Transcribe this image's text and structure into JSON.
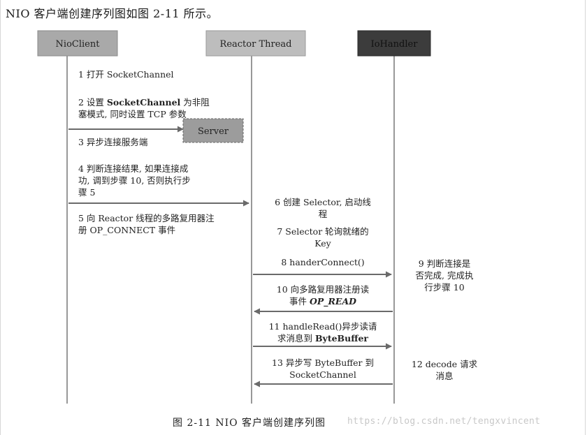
{
  "intro_text": "NIO 客户端创建序列图如图 2-11 所示。",
  "participants": {
    "nioclient": "NioClient",
    "reactor": "Reactor Thread",
    "iohandler": "IoHandler",
    "server": "Server"
  },
  "steps": {
    "s1": "1  打开  SocketChannel",
    "s2_a": "2 设置 ",
    "s2_b": "SocketChannel",
    "s2_c": " 为非阻",
    "s2_d": "塞模式, 同时设置 TCP 参数",
    "s3": "3  异步连接服务端",
    "s4_a": "4  判断连接结果, 如果连接成",
    "s4_b": "功, 调到步骤 10, 否则执行步",
    "s4_c": "骤 5",
    "s5_a": "5  向 Reactor 线程的多路复用器注",
    "s5_b": "册 OP_CONNECT 事件",
    "s6_a": "6  创建 Selector, 启动线",
    "s6_b": "程",
    "s7_a": "7 Selector 轮询就绪的",
    "s7_b": "Key",
    "s8": "8  handerConnect()",
    "s9_a": "9  判断连接是",
    "s9_b": "否完成, 完成执",
    "s9_c": "行步骤 10",
    "s10_a": "10  向多路复用器注册读",
    "s10_b": "事件 ",
    "s10_c": "OP_READ",
    "s11_a": "11 handleRead()异步读请",
    "s11_b": "求消息到 ",
    "s11_c": "ByteBuffer",
    "s12_a": "12 decode  请求",
    "s12_b": "消息",
    "s13_a": "13  异步写  ByteBuffer 到",
    "s13_b": "SocketChannel"
  },
  "caption": "图 2-11    NIO 客户端创建序列图",
  "watermark": "https://blog.csdn.net/tengxvincent",
  "colors": {
    "box_nioclient": "#a9a9a9",
    "box_reactor": "#bdbdbd",
    "box_iohandler": "#3c3c3c",
    "box_server": "#9c9c9c",
    "line": "#777777",
    "arrow": "#6a6a6a"
  }
}
